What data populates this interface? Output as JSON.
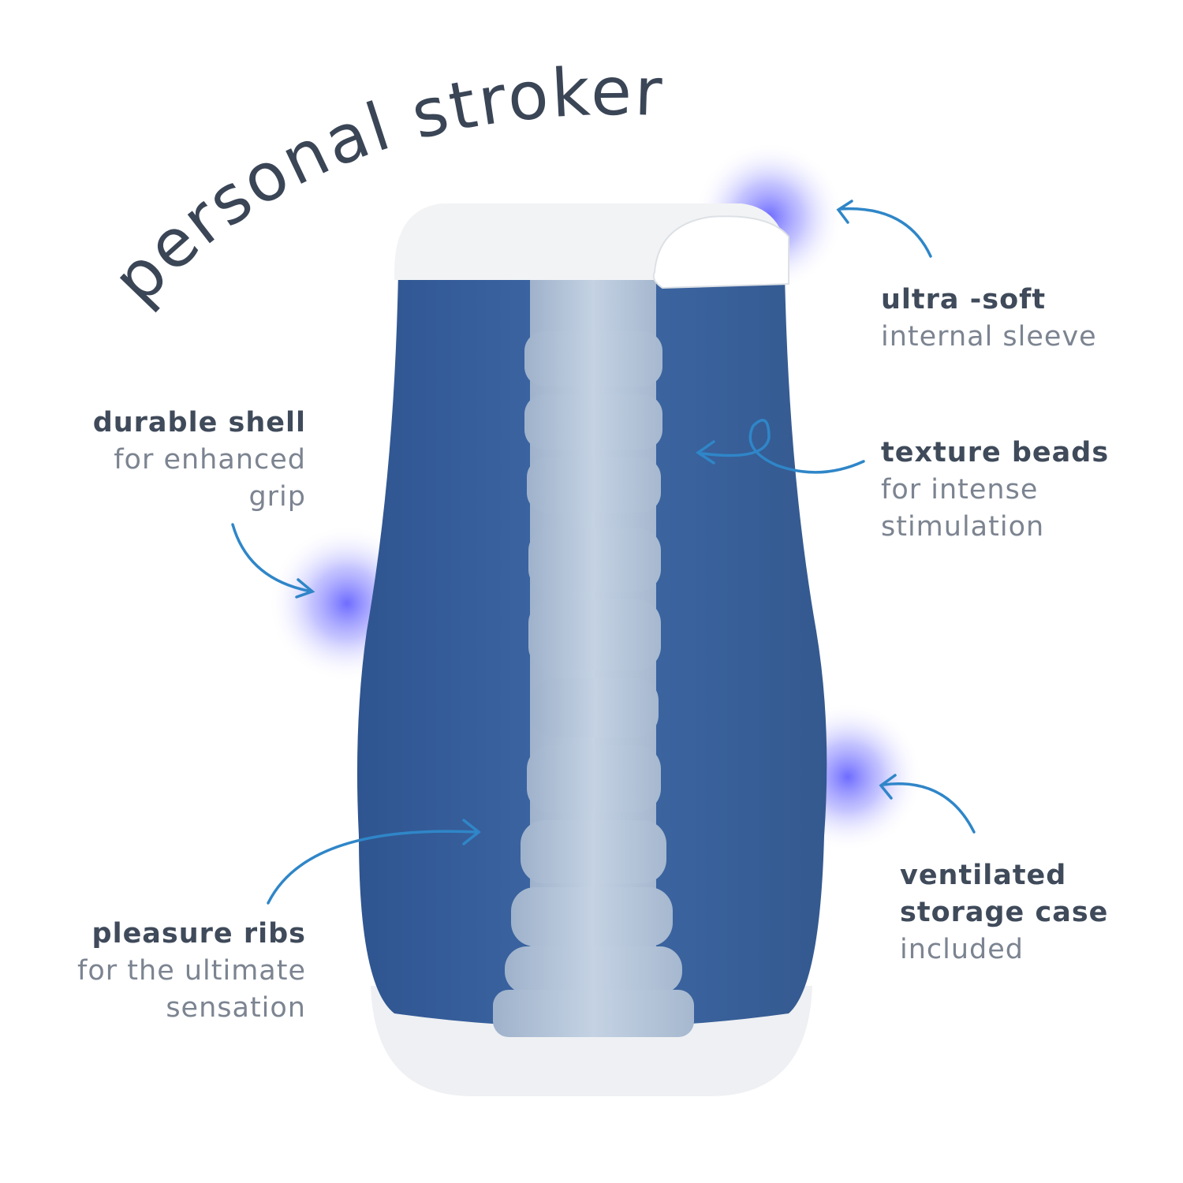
{
  "title": "personal stroker",
  "callouts": {
    "ultra_soft": {
      "bold": "ultra -soft",
      "light": [
        "internal sleeve"
      ]
    },
    "durable_shell": {
      "bold": "durable shell",
      "light": [
        "for enhanced",
        "grip"
      ]
    },
    "texture_beads": {
      "bold": "texture beads",
      "light": [
        "for intense",
        "stimulation"
      ]
    },
    "ventilated": {
      "bold": [
        "ventilated",
        "storage case"
      ],
      "light": [
        "included"
      ]
    },
    "pleasure_ribs": {
      "bold": "pleasure ribs",
      "light": [
        "for the ultimate",
        "sensation"
      ]
    }
  },
  "colors": {
    "body": "#3b64a0",
    "sleeve": "#b4c4d8",
    "arrow": "#2f86c8",
    "glow": "#6a6cff",
    "title": "#3a4556"
  }
}
